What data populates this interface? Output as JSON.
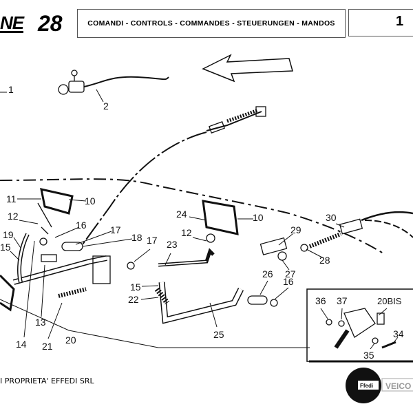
{
  "header": {
    "logo_fragment": "NE",
    "number": "28",
    "title": "COMANDI - CONTROLS - COMMANDES - STEUERUNGEN - MANDOS",
    "page": "1"
  },
  "footer": {
    "copyright": "I PROPRIETA' EFFEDI SRL",
    "brand": "Ffedi",
    "brand2": "VEICO"
  },
  "callouts": [
    "1",
    "2",
    "11",
    "10",
    "12",
    "16",
    "17",
    "18",
    "19",
    "15",
    "13",
    "14",
    "21",
    "20",
    "17",
    "23",
    "12",
    "24",
    "10",
    "15",
    "22",
    "25",
    "26",
    "16",
    "29",
    "30",
    "28",
    "27",
    "36",
    "37",
    "20BIS",
    "34",
    "35"
  ]
}
